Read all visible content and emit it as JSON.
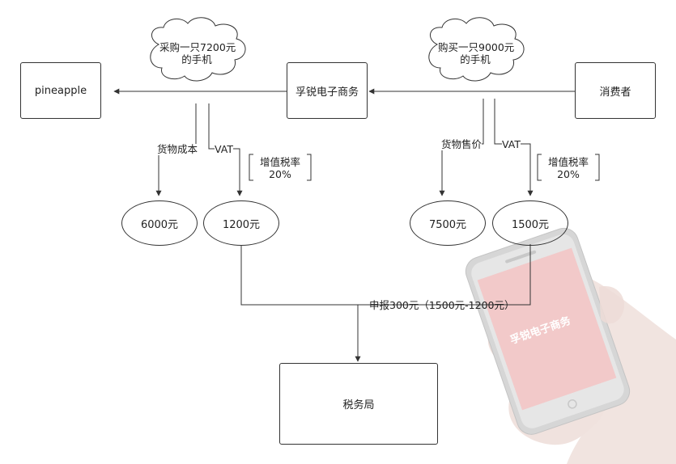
{
  "nodes": {
    "pineapple": "pineapple",
    "ecommerce": "孚锐电子商务",
    "consumer": "消费者",
    "tax_bureau": "税务局"
  },
  "clouds": {
    "purchase": [
      "采购一只7200元",
      "的手机"
    ],
    "buy": [
      "购买一只9000元",
      "的手机"
    ]
  },
  "labels": {
    "goods_cost": "货物成本",
    "vat_left": "VAT",
    "goods_price": "货物售价",
    "vat_right": "VAT",
    "declare": "申报300元（1500元-1200元）"
  },
  "brackets": {
    "left": [
      "增值税率",
      "20%"
    ],
    "right": [
      "增值税率",
      "20%"
    ]
  },
  "values": {
    "v6000": "6000元",
    "v1200": "1200元",
    "v7500": "7500元",
    "v1500": "1500元"
  },
  "phone": {
    "screen_text": "孚锐电子商务",
    "screen_color": "#f2c9c9"
  }
}
